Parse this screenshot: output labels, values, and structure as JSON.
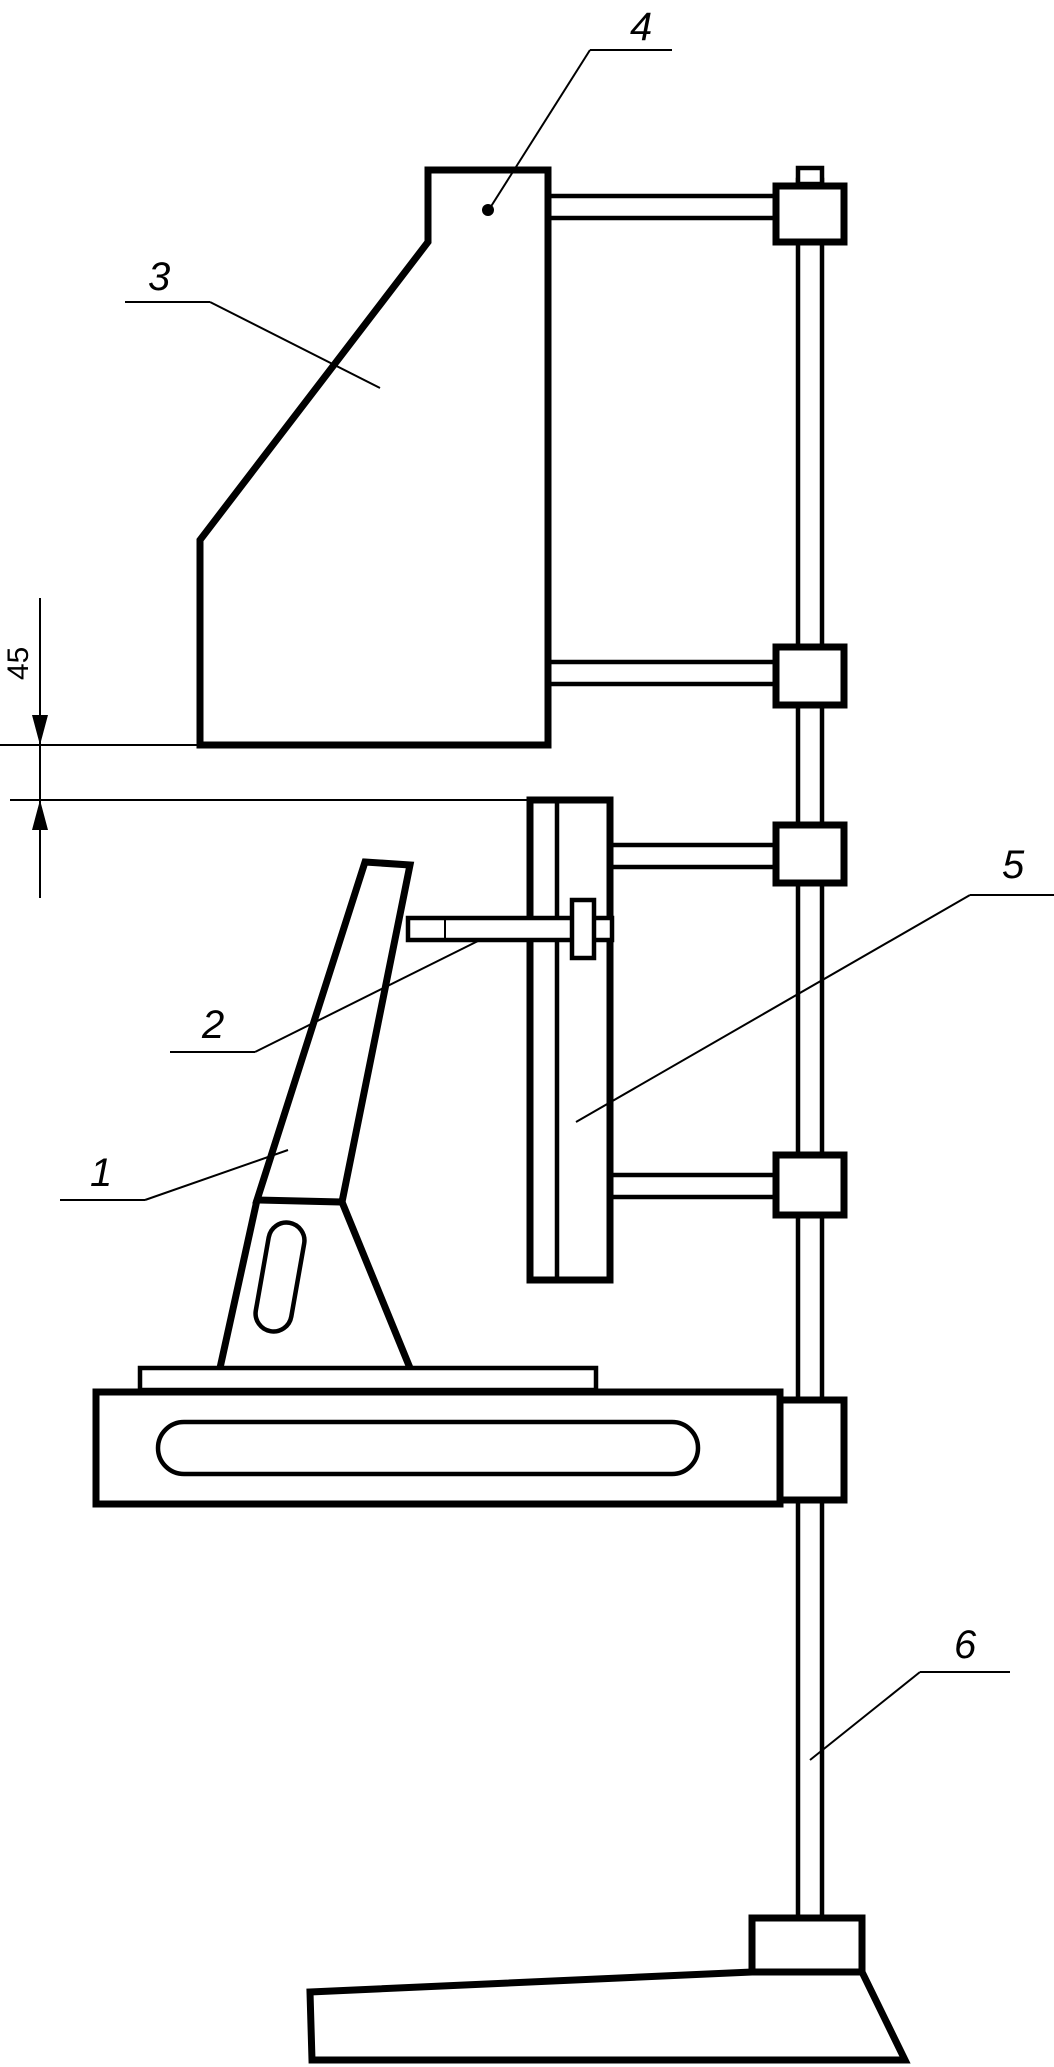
{
  "callouts": {
    "c1": "1",
    "c2": "2",
    "c3": "3",
    "c4": "4",
    "c5": "5",
    "c6": "6"
  },
  "dimension": {
    "gap_label": "45"
  },
  "colors": {
    "line": "#000000",
    "background": "#ffffff"
  }
}
